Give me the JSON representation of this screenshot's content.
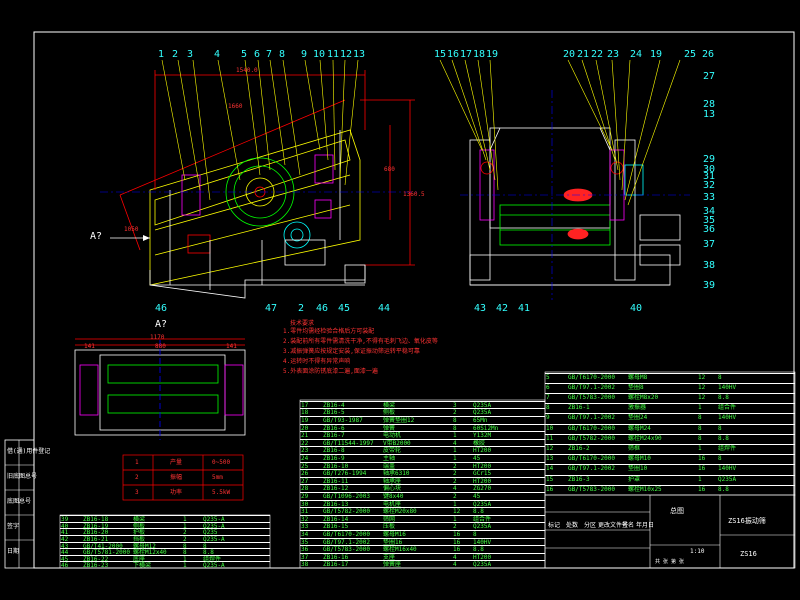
{
  "drawing": {
    "section_label": "A?",
    "direction_label": "A?",
    "dims": {
      "top_width": "1540.0",
      "slope_len": "1660",
      "side_h1": "680",
      "side_h2": "1360.5",
      "slope_width": "1050",
      "plan_width": "1170",
      "plan_left": "141",
      "plan_right": "141",
      "plan_inner": "880"
    },
    "balloons_top_left": [
      "1",
      "2",
      "3",
      "4",
      "5",
      "6",
      "7",
      "8",
      "9",
      "10",
      "11",
      "12",
      "13"
    ],
    "balloons_top_right": [
      "15",
      "16",
      "17",
      "18",
      "19",
      "20",
      "21",
      "22",
      "23",
      "24",
      "19",
      "25",
      "26"
    ],
    "balloons_right": [
      "27",
      "28",
      "13",
      "29",
      "30",
      "31",
      "32",
      "33",
      "34",
      "35",
      "36",
      "37",
      "38",
      "39"
    ],
    "balloons_bottom_left": [
      "46",
      "47",
      "2",
      "46",
      "45",
      "44"
    ],
    "balloons_bottom_right": [
      "43",
      "42",
      "41",
      "40"
    ]
  },
  "notes": {
    "title": "技术要求",
    "lines": [
      "1.零件均需经检验合格后方可装配",
      "2.装配前所有零件需清洗干净,不得有毛刺飞边、氧化皮等",
      "3.减振弹簧应按规定安装,保证振动筛运转平稳可靠",
      "4.运转时不得有异常声响",
      "5.外表面涂防锈底漆二遍,面漆一遍"
    ]
  },
  "params": {
    "rows": [
      [
        "1",
        "产量",
        "0~500"
      ],
      [
        "2",
        "振幅",
        "5mm"
      ],
      [
        "3",
        "功率",
        "5.5kW"
      ]
    ]
  },
  "left_bom": {
    "rows": [
      [
        "46",
        "ZB16-23",
        "下横梁",
        "1",
        "Q235-A",
        "",
        ""
      ],
      [
        "45",
        "ZB16-22",
        "底座",
        "1",
        "组焊件",
        "",
        ""
      ],
      [
        "44",
        "GB/T5781-2000",
        "螺栓M12x40",
        "8",
        "8.8",
        "",
        ""
      ],
      [
        "43",
        "GB/T41-2000",
        "螺母M12",
        "8",
        "8",
        "",
        ""
      ],
      [
        "42",
        "ZB16-21",
        "挡板",
        "2",
        "Q235-A",
        "",
        ""
      ],
      [
        "41",
        "ZB16-20",
        "护板",
        "2",
        "Q235",
        "",
        ""
      ],
      [
        "40",
        "ZB16-19",
        "侧板",
        "1",
        "Q235-A",
        "",
        ""
      ],
      [
        "39",
        "ZB16-18",
        "横梁",
        "1",
        "Q235-A",
        "",
        ""
      ]
    ]
  },
  "mid_bom": {
    "rows": [
      [
        "38",
        "ZB16-17",
        "弹簧座",
        "4",
        "Q235A",
        "",
        ""
      ],
      [
        "37",
        "ZB16-16",
        "支座",
        "4",
        "HT200",
        "",
        ""
      ],
      [
        "36",
        "GB/T5783-2000",
        "螺栓M16x40",
        "16",
        "8.8",
        "",
        ""
      ],
      [
        "35",
        "GB/T97.1-2002",
        "垫圈16",
        "16",
        "140HV",
        "",
        ""
      ],
      [
        "34",
        "GB/T6170-2000",
        "螺母M16",
        "16",
        "8",
        "",
        ""
      ],
      [
        "33",
        "ZB16-15",
        "压板",
        "2",
        "Q235A",
        "",
        ""
      ],
      [
        "32",
        "ZB16-14",
        "筛网",
        "1",
        "组合件",
        "",
        ""
      ],
      [
        "31",
        "GB/T5782-2000",
        "螺栓M20x80",
        "12",
        "8.8",
        "",
        ""
      ],
      [
        "30",
        "ZB16-13",
        "电机座",
        "1",
        "Q235A",
        "",
        ""
      ],
      [
        "29",
        "GB/T1096-2003",
        "键8x40",
        "2",
        "45",
        "",
        ""
      ],
      [
        "28",
        "ZB16-12",
        "偏心块",
        "4",
        "ZG270",
        "",
        ""
      ],
      [
        "27",
        "ZB16-11",
        "轴承座",
        "2",
        "HT200",
        "",
        ""
      ],
      [
        "26",
        "GB/T276-1994",
        "轴承6310",
        "2",
        "GCr15",
        "",
        ""
      ],
      [
        "25",
        "ZB16-10",
        "端盖",
        "2",
        "HT200",
        "",
        ""
      ],
      [
        "24",
        "ZB16-9",
        "主轴",
        "1",
        "45",
        "",
        ""
      ],
      [
        "23",
        "ZB16-8",
        "皮带轮",
        "1",
        "HT200",
        "",
        ""
      ],
      [
        "22",
        "GB/T11544-1997",
        "V带B2000",
        "4",
        "橡胶",
        "",
        ""
      ],
      [
        "21",
        "ZB16-7",
        "电动机",
        "1",
        "Y132M",
        "",
        ""
      ],
      [
        "20",
        "ZB16-6",
        "弹簧",
        "8",
        "60Si2Mn",
        "",
        ""
      ],
      [
        "19",
        "GB/T93-1987",
        "弹簧垫圈12",
        "8",
        "65Mn",
        "",
        ""
      ],
      [
        "18",
        "ZB16-5",
        "侧板",
        "2",
        "Q235A",
        "",
        ""
      ],
      [
        "17",
        "ZB16-4",
        "横梁",
        "3",
        "Q235A",
        "",
        ""
      ]
    ]
  },
  "right_bom": {
    "rows": [
      [
        "16",
        "GB/T5783-2000",
        "螺栓M10x25",
        "16",
        "8.8",
        "",
        ""
      ],
      [
        "15",
        "ZB16-3",
        "护罩",
        "1",
        "Q235A",
        "",
        ""
      ],
      [
        "14",
        "GB/T97.1-2002",
        "垫圈10",
        "16",
        "140HV",
        "",
        ""
      ],
      [
        "13",
        "GB/T6170-2000",
        "螺母M10",
        "16",
        "8",
        "",
        ""
      ],
      [
        "12",
        "ZB16-2",
        "筛框",
        "1",
        "组焊件",
        "",
        ""
      ],
      [
        "11",
        "GB/T5782-2000",
        "螺栓M24x90",
        "8",
        "8.8",
        "",
        ""
      ],
      [
        "10",
        "GB/T6170-2000",
        "螺母M24",
        "8",
        "8",
        "",
        ""
      ],
      [
        "9",
        "GB/T97.1-2002",
        "垫圈24",
        "8",
        "140HV",
        "",
        ""
      ],
      [
        "8",
        "ZB16-1",
        "激振器",
        "1",
        "组合件",
        "",
        ""
      ],
      [
        "7",
        "GB/T5783-2000",
        "螺栓M8x20",
        "12",
        "8.8",
        "",
        ""
      ],
      [
        "6",
        "GB/T97.1-2002",
        "垫圈8",
        "12",
        "140HV",
        "",
        ""
      ],
      [
        "5",
        "GB/T6170-2000",
        "螺母M8",
        "12",
        "8",
        "",
        ""
      ]
    ]
  },
  "title_block": {
    "sign_label": "总图",
    "drawing_name": "ZS16振动筛",
    "code": "ZS16",
    "scale": "1:10",
    "weight": "",
    "sheet": "共 张 第 张",
    "row_labels": [
      "标记",
      "处数",
      "分区",
      "更改文件号",
      "签名",
      "年月日"
    ]
  },
  "revision_strip": [
    "借(通)用件登记",
    "旧底图总号",
    "底图总号",
    "签字",
    "日期"
  ]
}
